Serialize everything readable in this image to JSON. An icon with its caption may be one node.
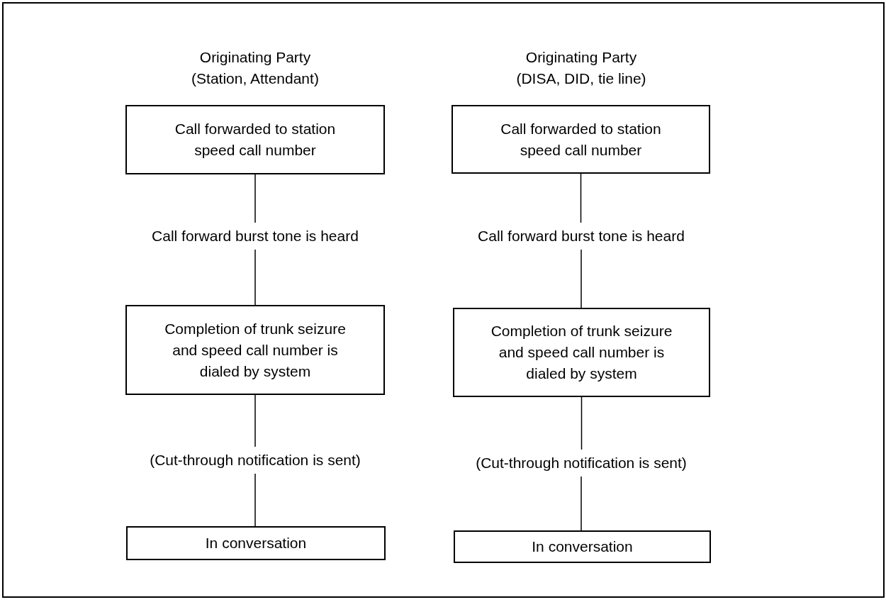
{
  "diagram": {
    "nodes": [
      {
        "text": [
          "Call forwarded to station speed call number"
        ]
      },
      {
        "text": [
          "Call forward burst tone is heard"
        ]
      },
      {
        "text": [
          "Completion of trunk seizure and speed call number is dialed by system"
        ]
      },
      {
        "text": [
          "(Cut-through notification is sent)"
        ]
      },
      {
        "text": [
          "In conversation"
        ]
      },
      {
        "text": [
          "Call forwarded to station speed call number"
        ]
      },
      {
        "text": [
          "Call forward burst tone is heard"
        ]
      },
      {
        "text": [
          "Completion of trunk seizure and speed call number is dialed by system"
        ]
      },
      {
        "text": [
          "(Cut-through notification is sent)"
        ]
      },
      {
        "text": [
          "In conversation"
        ]
      }
    ],
    "edges": [
      {
        "from": 0,
        "to": 1,
        "arrow": "none"
      },
      {
        "from": 1,
        "to": 2,
        "arrow": "none"
      },
      {
        "from": 2,
        "to": 3,
        "arrow": "none"
      },
      {
        "from": 3,
        "to": 4,
        "arrow": "none"
      },
      {
        "from": 5,
        "to": 6,
        "arrow": "none"
      },
      {
        "from": 6,
        "to": 7,
        "arrow": "none"
      },
      {
        "from": 7,
        "to": 8,
        "arrow": "none"
      },
      {
        "from": 8,
        "to": 9,
        "arrow": "none"
      }
    ],
    "labels": [
      "Originating Party (Station, Attendant)",
      "Originating Party (DISA, DID, tie line)"
    ]
  }
}
